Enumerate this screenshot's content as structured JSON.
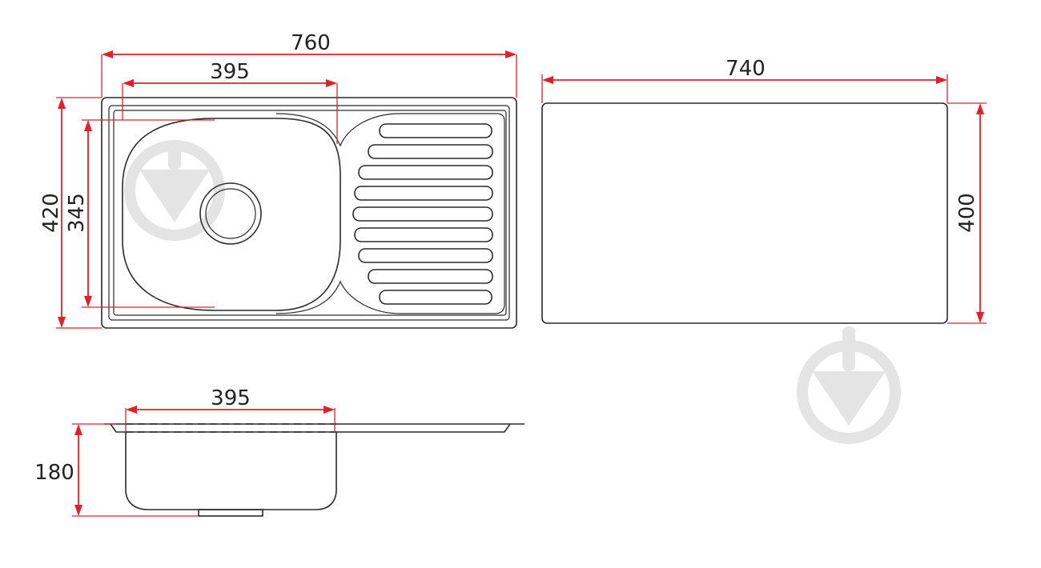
{
  "dimensions": {
    "overall_width": "760",
    "bowl_width": "395",
    "overall_depth": "420",
    "bowl_depth": "345",
    "cutout_width": "740",
    "cutout_depth": "400",
    "section_bowl_width": "395",
    "bowl_height": "180"
  },
  "colors": {
    "dimension_lines": "#e0202a",
    "outlines": "#2a2a2a",
    "watermark": "#e4e4e4"
  },
  "icons": [
    "watermark-logo-icon"
  ]
}
